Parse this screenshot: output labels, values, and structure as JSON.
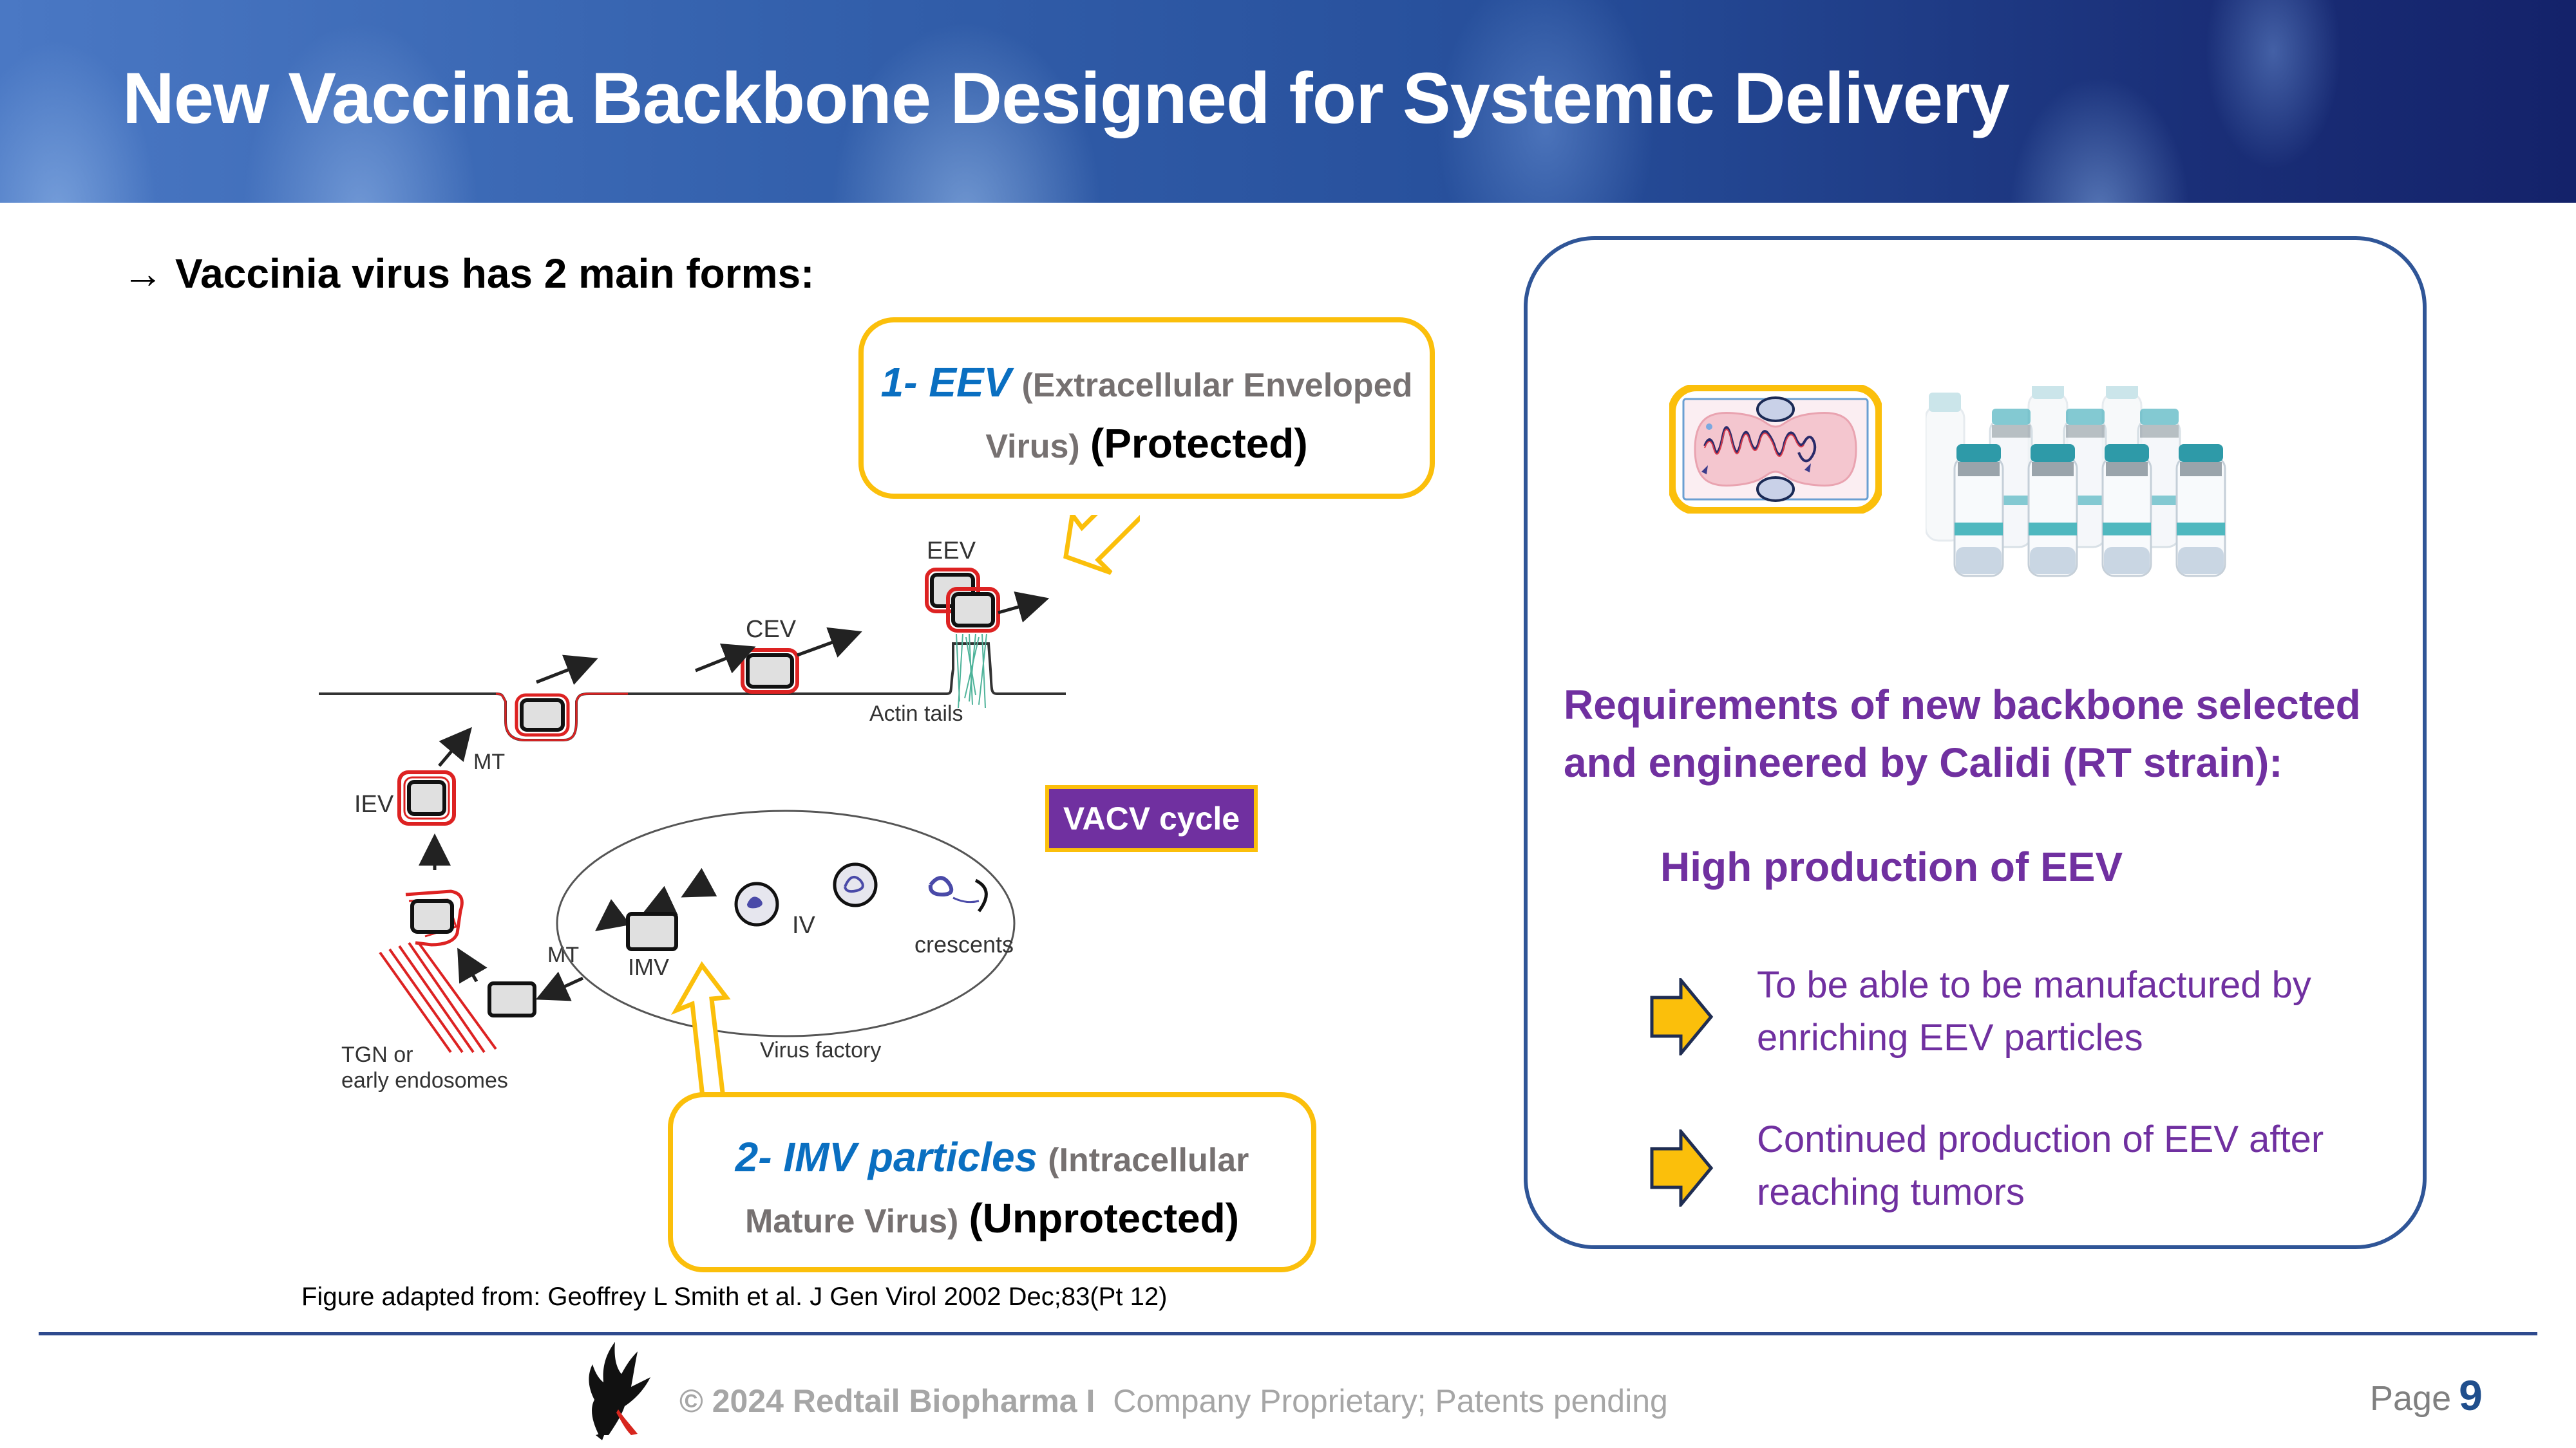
{
  "header": {
    "title": "New Vaccinia Backbone Designed for Systemic Delivery"
  },
  "left": {
    "heading_arrow": "→",
    "heading": "Vaccinia virus has 2 main forms:",
    "callout_eev": {
      "label": "1- EEV",
      "expansion_part1": "(Extracellular Enveloped",
      "expansion_part2": "Virus)",
      "status": "(Protected)"
    },
    "callout_imv": {
      "label": "2- IMV particles",
      "expansion_part1": "(Intracellular",
      "expansion_part2": "Mature Virus)",
      "status": "(Unprotected)"
    },
    "diagram": {
      "labels": {
        "eev": "EEV",
        "cev": "CEV",
        "actin_tails": "Actin tails",
        "mt_upper": "MT",
        "iev": "IEV",
        "mt_lower": "MT",
        "imv": "IMV",
        "iv": "IV",
        "crescents": "crescents",
        "virus_factory": "Virus factory",
        "tgn_line1": "TGN or",
        "tgn_line2": "early endosomes"
      }
    },
    "badge": "VACV cycle",
    "citation": "Figure adapted from: Geoffrey L Smith et al. J Gen Virol 2002 Dec;83(Pt 12)"
  },
  "right": {
    "requirements_title": "Requirements of new backbone selected and engineered by Calidi (RT strain):",
    "main_requirement": "High production of EEV",
    "items": [
      {
        "text": "To be able to be manufactured by enriching EEV particles"
      },
      {
        "text": "Continued production of EEV after reaching tumors"
      }
    ]
  },
  "footer": {
    "copyright": "© 2024 Redtail Biopharma",
    "separator": "I",
    "proprietary": "Company Proprietary; Patents pending",
    "page_label": "Page",
    "page_number": "9"
  },
  "colors": {
    "accent_yellow": "#fbbf0b",
    "purple": "#7030a0",
    "blue_label": "#0a6fc1",
    "panel_border": "#2f5597"
  }
}
